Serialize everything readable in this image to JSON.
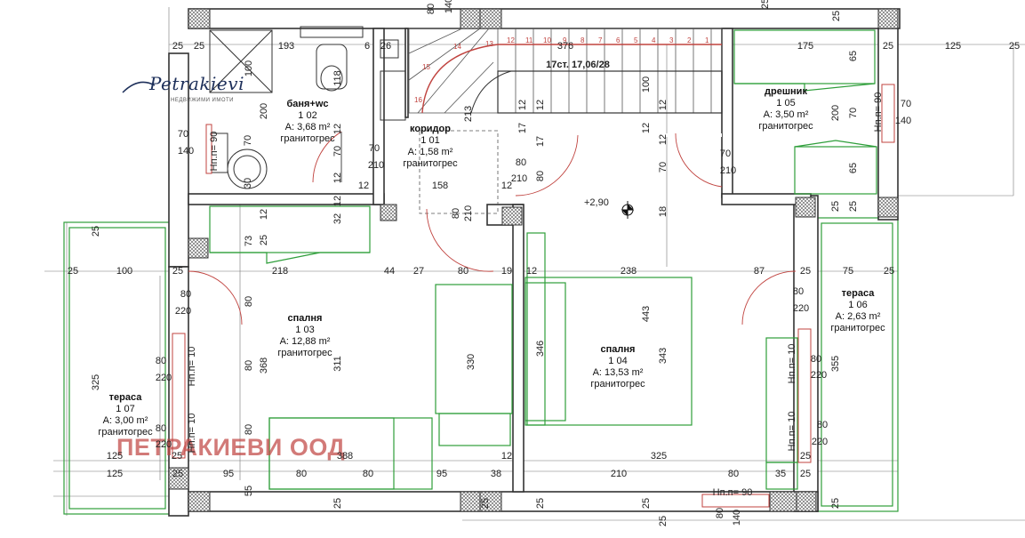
{
  "brand": {
    "logo_text": "Petrakievi",
    "logo_sub": "НЕДВИЖИМИ ИМОТИ",
    "watermark": "ПЕТРАКИЕВИ ООД"
  },
  "colors": {
    "wall": "#333333",
    "furniture": "#2e9e3a",
    "watermark": "#c0433f",
    "stair": "#c0433f"
  },
  "rooms": [
    {
      "id": "bath",
      "name": "баня+wc",
      "num": "1 02",
      "area": "A: 3,68 m²",
      "floor": "гранитогрес"
    },
    {
      "id": "corridor",
      "name": "коридор",
      "num": "1 01",
      "area": "A: 1,58 m²",
      "floor": "гранитогрес"
    },
    {
      "id": "closet",
      "name": "дрешник",
      "num": "1 05",
      "area": "A: 3,50 m²",
      "floor": "гранитогрес"
    },
    {
      "id": "bed3",
      "name": "спалня",
      "num": "1 03",
      "area": "A: 12,88 m²",
      "floor": "гранитогрес"
    },
    {
      "id": "bed4",
      "name": "спалня",
      "num": "1 04",
      "area": "A: 13,53 m²",
      "floor": "гранитогрес"
    },
    {
      "id": "ter6",
      "name": "тераса",
      "num": "1 06",
      "area": "A: 2,63 m²",
      "floor": "гранитогрес"
    },
    {
      "id": "ter7",
      "name": "тераса",
      "num": "1 07",
      "area": "A: 3,00 m²",
      "floor": "гранитогрес"
    }
  ],
  "stair_label": "17ст. 17,06/28",
  "level_mark": "+2,90",
  "stair_numbers": [
    "1",
    "2",
    "3",
    "4",
    "5",
    "6",
    "7",
    "8",
    "9",
    "10",
    "11",
    "12",
    "13",
    "14",
    "15",
    "16"
  ],
  "dims": {
    "d25a": "25",
    "d25b": "25",
    "d193": "193",
    "d6": "6",
    "d26": "26",
    "d376": "376",
    "d175": "175",
    "d25c": "25",
    "d125a": "125",
    "d25d": "25",
    "d80t": "80",
    "d140t": "140",
    "d100a": "100",
    "d118": "118",
    "d200a": "200",
    "d70a": "70",
    "d30": "30",
    "d70b": "70",
    "d70_210a": "70",
    "d210a": "210",
    "d70_140a": "70",
    "d140a": "140",
    "d12a": "12",
    "d12b": "12",
    "d12c": "12",
    "d12d": "12",
    "d12e": "12",
    "d12f": "12",
    "d12g": "12",
    "d12h": "12",
    "d158": "158",
    "d213": "213",
    "d17a": "17",
    "d17b": "17",
    "d80_210": "80",
    "d210b": "210",
    "d80v": "80",
    "d100b": "100",
    "d70c": "70",
    "d18": "18",
    "d65a": "65",
    "d70d": "70",
    "d200b": "200",
    "d65b": "65",
    "d70_210b": "70",
    "d210c": "210",
    "np90a": "Нп.п= 90",
    "d70e": "70",
    "d140b": "140",
    "d25e": "25",
    "d25f": "25",
    "d25g": "25",
    "d25h": "25",
    "d73": "73",
    "d32": "32",
    "d25i": "25",
    "d100c": "100",
    "d25j": "25",
    "d218": "218",
    "d44": "44",
    "d27": "27",
    "d80a": "80",
    "d19": "19",
    "d12i": "12",
    "d238": "238",
    "d87": "87",
    "d25k": "25",
    "d75": "75",
    "d25l": "25",
    "d80_220a": "80",
    "d220a": "220",
    "d368": "368",
    "d311": "311",
    "d80b": "80",
    "d80c": "80",
    "d330": "330",
    "d346": "346",
    "d443": "443",
    "d343": "343",
    "d80_220b": "80",
    "d220b": "220",
    "d355": "355",
    "d80_220c": "80",
    "d220c": "220",
    "d80_220d": "80",
    "d220d": "220",
    "d80_220e": "80",
    "d220e": "220",
    "d80_220f": "80",
    "d220f": "220",
    "np10a": "Нп.п= 10",
    "np10b": "Нп.п= 10",
    "np10c": "Нп.п= 10",
    "np10d": "Нп.п= 10",
    "np90b": "Нп.п= 90",
    "d325a": "325",
    "d125b": "125",
    "d25m": "25",
    "d388": "388",
    "d12j": "12",
    "d325b": "325",
    "d25n": "25",
    "d125c": "125",
    "d25o": "25",
    "d95a": "95",
    "d80d": "80",
    "d80e": "80",
    "d95b": "95",
    "d38": "38",
    "d210d": "210",
    "d80f": "80",
    "d35": "35",
    "d25p": "25",
    "d55": "55",
    "d25q": "25",
    "d25r": "25",
    "d25s": "25",
    "d25t": "25",
    "d80g": "80",
    "d140c": "140",
    "d25u": "25",
    "d25v": "25",
    "d25w": "25"
  }
}
